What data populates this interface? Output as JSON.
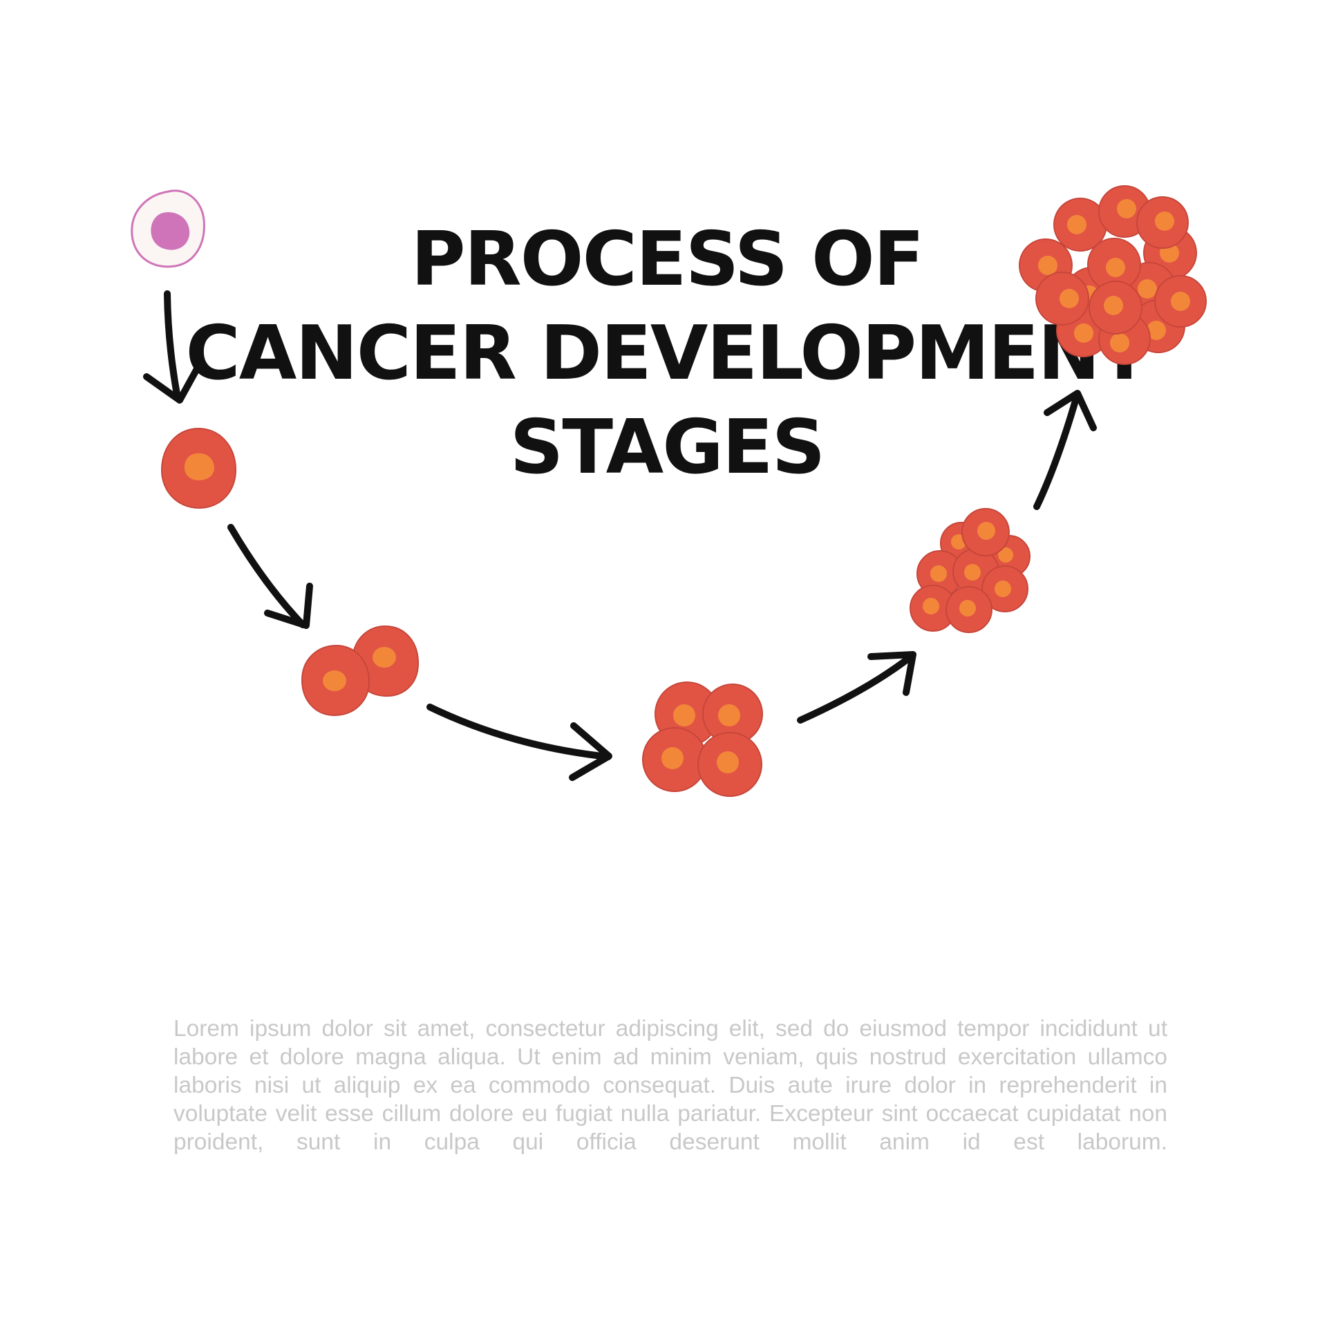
{
  "title": {
    "line1": "PROCESS OF",
    "line2": "CANCER DEVELOPMENT",
    "line3": "STAGES"
  },
  "colors": {
    "normal_cell_fill": "#fbf5f3",
    "normal_cell_outline": "#cf74b8",
    "normal_nucleus": "#cf74b8",
    "cancer_cell": "#e15444",
    "cancer_cell_outline": "#c7463a",
    "cancer_nucleus": "#f2873a",
    "arrow": "#111111",
    "body_text": "#c8c8c8"
  },
  "body_text": "Lorem ipsum dolor sit amet, consectetur adipiscing elit, sed do eiusmod tempor incididunt ut labore et dolore magna aliqua. Ut enim ad minim veniam, quis nostrud exercitation ullamco laboris nisi ut aliquip ex ea commodo consequat. Duis aute irure dolor in reprehenderit in voluptate velit esse cillum dolore eu fugiat nulla pariatur. Excepteur sint occaecat cupidatat non proident, sunt in culpa qui officia deserunt mollit anim id est laborum."
}
